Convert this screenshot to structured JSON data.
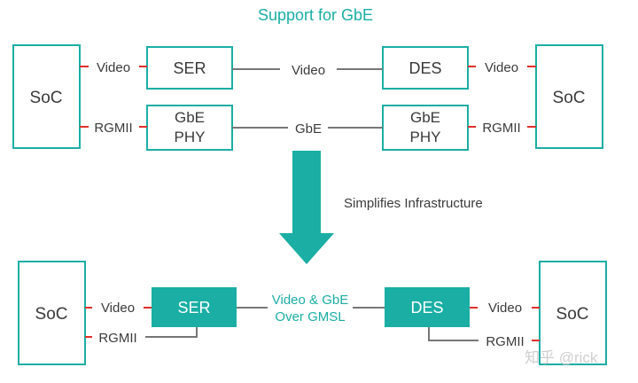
{
  "title": "Support for GbE",
  "top": {
    "soc_left": "SoC",
    "soc_right": "SoC",
    "ser": "SER",
    "des": "DES",
    "gbe_phy_left": [
      "GbE",
      "PHY"
    ],
    "gbe_phy_right": [
      "GbE",
      "PHY"
    ],
    "video_left": "Video",
    "video_mid": "Video",
    "video_right": "Video",
    "rgmii_left": "RGMII",
    "gbe_mid": "GbE",
    "rgmii_right": "RGMII"
  },
  "arrow_caption": "Simplifies Infrastructure",
  "bottom": {
    "soc_left": "SoC",
    "soc_right": "SoC",
    "ser": "SER",
    "des": "DES",
    "link_label": [
      "Video & GbE",
      "Over GMSL"
    ],
    "video_left": "Video",
    "rgmii_left": "RGMII",
    "video_right": "Video",
    "rgmii_right": "RGMII"
  },
  "watermark": "知乎 @rick",
  "colors": {
    "teal": "#1aaea4",
    "red_tick": "#e0302a",
    "line": "#777777"
  }
}
